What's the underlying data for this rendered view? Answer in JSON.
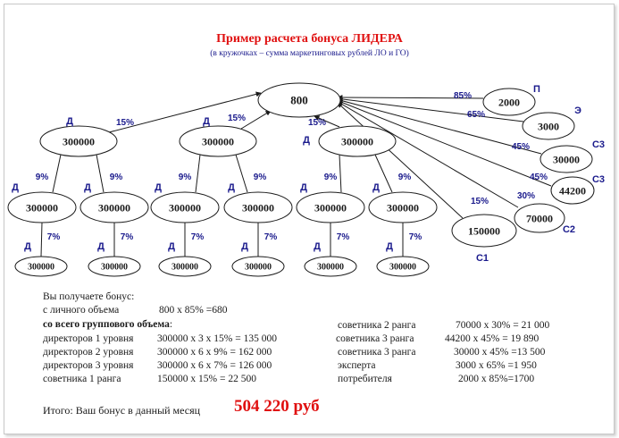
{
  "title": "Пример расчета бонуса ЛИДЕРА",
  "subtitle": "(в кружочках – сумма маркетинговых рублей ЛО и ГО)",
  "leader": "800",
  "level1": [
    {
      "value": "300000",
      "role": "Д",
      "pct": "15%"
    },
    {
      "value": "300000",
      "role": "Д",
      "pct": "15%"
    },
    {
      "value": "300000",
      "role": "Д",
      "pct": "15%"
    }
  ],
  "level2": [
    {
      "value": "300000",
      "role": "Д",
      "pct": "9%"
    },
    {
      "value": "300000",
      "role": "Д",
      "pct": "9%"
    },
    {
      "value": "300000",
      "role": "Д",
      "pct": "9%"
    },
    {
      "value": "300000",
      "role": "Д",
      "pct": "9%"
    },
    {
      "value": "300000",
      "role": "Д",
      "pct": "9%"
    },
    {
      "value": "300000",
      "role": "Д",
      "pct": "9%"
    }
  ],
  "level3": [
    {
      "value": "300000",
      "role": "Д",
      "pct": "7%"
    },
    {
      "value": "300000",
      "role": "Д",
      "pct": "7%"
    },
    {
      "value": "300000",
      "role": "Д",
      "pct": "7%"
    },
    {
      "value": "300000",
      "role": "Д",
      "pct": "7%"
    },
    {
      "value": "300000",
      "role": "Д",
      "pct": "7%"
    },
    {
      "value": "300000",
      "role": "Д",
      "pct": "7%"
    }
  ],
  "right_nodes": [
    {
      "value": "2000",
      "role": "П",
      "pct": "85%"
    },
    {
      "value": "3000",
      "role": "Э",
      "pct": "65%"
    },
    {
      "value": "30000",
      "role": "С3",
      "pct": "45%"
    },
    {
      "value": "44200",
      "role": "С3",
      "pct": "45%"
    },
    {
      "value": "70000",
      "role": "С2",
      "pct": "30%"
    },
    {
      "value": "150000",
      "role": "С1",
      "pct": "15%"
    }
  ],
  "calc": {
    "intro": "Вы получаете бонус:",
    "personal_label": "с личного объема",
    "personal_value": "800 х 85% =680",
    "group_heading": "со всего группового объема",
    "colon": ":",
    "left_rows": [
      {
        "label": "директоров 1 уровня",
        "value": "300000 х 3 х 15% = 135 000"
      },
      {
        "label": "директоров 2 уровня",
        "value": "300000 х 6 х 9% = 162 000"
      },
      {
        "label": "директоров 3 уровня",
        "value": "300000 х 6 х 7% = 126 000"
      },
      {
        "label": "советника 1 ранга",
        "value": "150000 х 15% = 22 500"
      }
    ],
    "right_rows": [
      {
        "label": "советника 2 ранга",
        "value": "70000 х 30% = 21 000"
      },
      {
        "label": "советника 3 ранга",
        "value": "44200 х 45% = 19 890"
      },
      {
        "label": "советника 3 ранга",
        "value": "30000 х 45% =13 500"
      },
      {
        "label": "эксперта",
        "value": "3000 х 65% =1 950"
      },
      {
        "label": "потребителя",
        "value": "2000 х 85%=1700"
      }
    ]
  },
  "total": {
    "label": "Итого: Ваш бонус в данный месяц",
    "value": "504 220 руб"
  },
  "colors": {
    "title": "#e01010",
    "labels": "#1a1a8c",
    "lines": "#1a1a1a"
  }
}
